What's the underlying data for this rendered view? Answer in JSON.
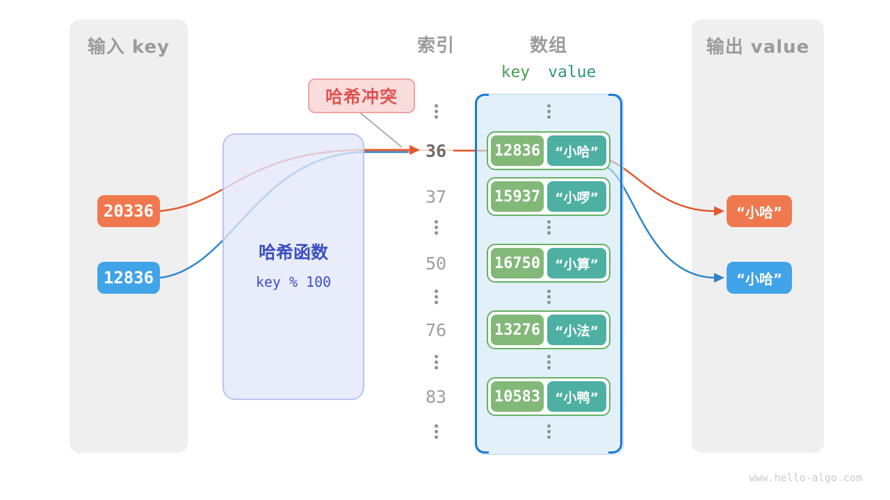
{
  "input_panel": {
    "title": "输入 key",
    "keys": [
      {
        "value": "20336",
        "color": "#f0784e"
      },
      {
        "value": "12836",
        "color": "#41a3e8"
      }
    ]
  },
  "hash_function": {
    "title": "哈希函数",
    "formula": "key % 100"
  },
  "collision_label": {
    "text": "哈希冲突"
  },
  "index_column": {
    "title": "索引",
    "values": [
      "36",
      "37",
      "50",
      "76",
      "83"
    ],
    "highlighted": "36"
  },
  "array_panel": {
    "title": "数组",
    "key_header": "key",
    "value_header": "value",
    "pairs": [
      {
        "key": "12836",
        "value": "“小哈”"
      },
      {
        "key": "15937",
        "value": "“小啰”"
      },
      {
        "key": "16750",
        "value": "“小算”"
      },
      {
        "key": "13276",
        "value": "“小法”"
      },
      {
        "key": "10583",
        "value": "“小鸭”"
      }
    ]
  },
  "output_panel": {
    "title": "输出 value",
    "values": [
      {
        "text": "“小哈”",
        "color": "#f0784e"
      },
      {
        "text": "“小哈”",
        "color": "#41a3e8"
      }
    ]
  },
  "colors": {
    "orange_accent": "#e2592d",
    "blue_accent": "#2f85c7",
    "key_green": "#82b878",
    "value_teal": "#4db0a3",
    "pair_border_green": "#63b363",
    "array_bracket_blue": "#1879d2",
    "hash_text_blue": "#3c4fc2",
    "collision_red": "#df5353",
    "panel_gray": "#efefef"
  },
  "watermark": "www.hello-algo.com"
}
